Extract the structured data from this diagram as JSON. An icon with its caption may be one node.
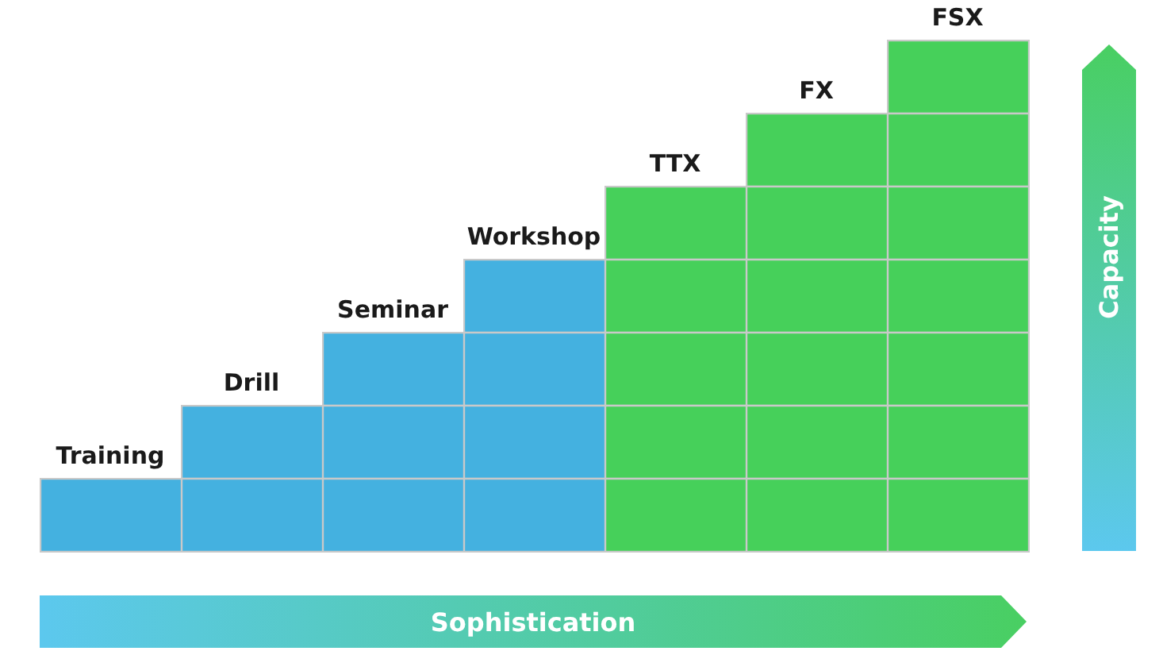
{
  "diagram": {
    "nodes": [
      {
        "text": [
          "Training"
        ]
      },
      {
        "text": [
          "Drill"
        ]
      },
      {
        "text": [
          "Seminar"
        ]
      },
      {
        "text": [
          "Workshop"
        ]
      },
      {
        "text": [
          "TTX"
        ]
      },
      {
        "text": [
          "FX"
        ]
      },
      {
        "text": [
          "FSX"
        ]
      },
      {
        "text": [
          "Sophistication"
        ]
      },
      {
        "text": [
          "Capacity"
        ]
      }
    ]
  }
}
